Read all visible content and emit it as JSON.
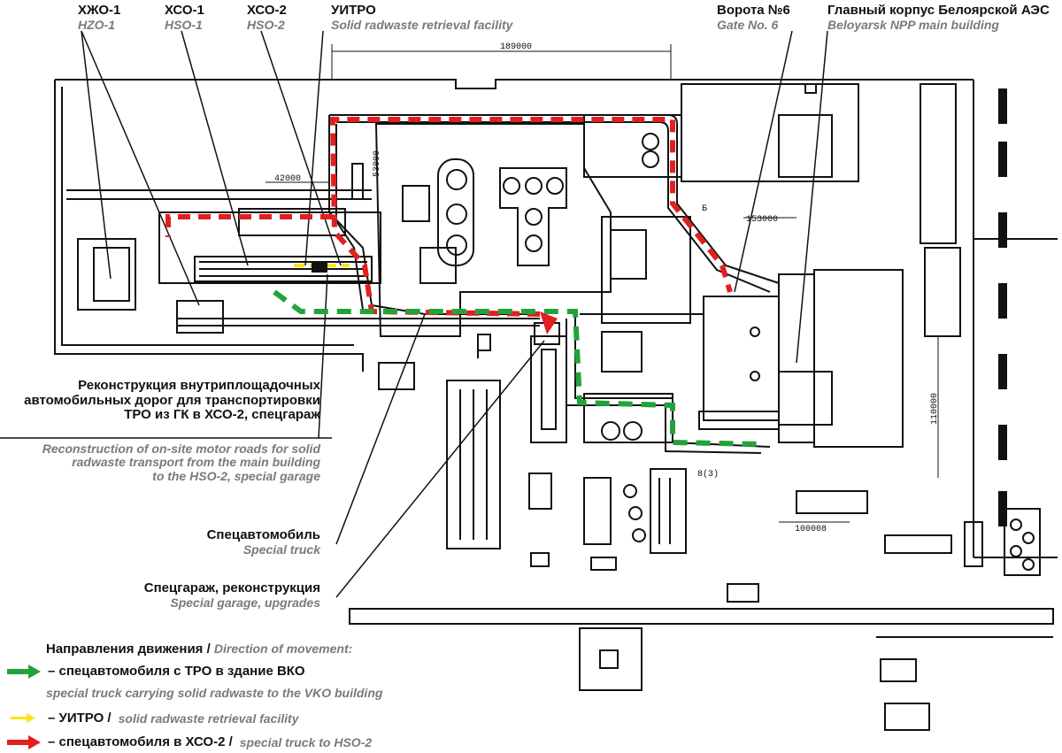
{
  "labels": {
    "hzo1": {
      "ru": "ХЖО-1",
      "en": "HZO-1"
    },
    "hso1": {
      "ru": "ХСО-1",
      "en": "HSO-1"
    },
    "hso2": {
      "ru": "ХСО-2",
      "en": "HSO-2"
    },
    "uitro": {
      "ru": "УИТРО",
      "en": "Solid radwaste retrieval facility"
    },
    "gate6": {
      "ru": "Ворота №6",
      "en": "Gate No. 6"
    },
    "main_building": {
      "ru": "Главный корпус Белоярской АЭС",
      "en": "Beloyarsk NPP main building"
    }
  },
  "callouts": {
    "roads": {
      "ru": [
        "Реконструкция внутриплощадочных",
        "автомобильных дорог для транспортировки",
        "ТРО из ГК в ХСО-2, спецгараж"
      ],
      "en": [
        "Reconstruction of on-site motor roads for solid",
        "radwaste transport from the main building",
        "to the HSO-2, special garage"
      ]
    },
    "truck": {
      "ru": "Спецавтомобиль",
      "en": "Special truck"
    },
    "garage": {
      "ru": "Спецгараж, реконструкция",
      "en": "Special garage, upgrades"
    }
  },
  "dimensions": {
    "d189000": "189000",
    "d42000": "42000",
    "d53000": "53000",
    "d153000": "153000",
    "d110000": "110000",
    "d100008": "100008",
    "mark_b": "Б",
    "mark_83": "8(3)"
  },
  "legend": {
    "title_ru": "Направления движения /",
    "title_en": "Direction of movement:",
    "items": [
      {
        "ru": "– спецавтомобиля с ТРО в здание ВКО",
        "en": "special truck carrying solid radwaste to the VKO building",
        "color": "#22a33a"
      },
      {
        "ru": "– УИТРО /",
        "en": "solid radwaste retrieval facility",
        "color": "#ffe21a"
      },
      {
        "ru": "– спецавтомобиля в ХСО-2 /",
        "en": "special truck to HSO-2",
        "color": "#e02020"
      }
    ]
  },
  "colors": {
    "green_route": "#22a33a",
    "red_route": "#e02020",
    "yellow_route": "#ffe21a",
    "line": "#111111",
    "label_en": "#7a7a7a"
  }
}
